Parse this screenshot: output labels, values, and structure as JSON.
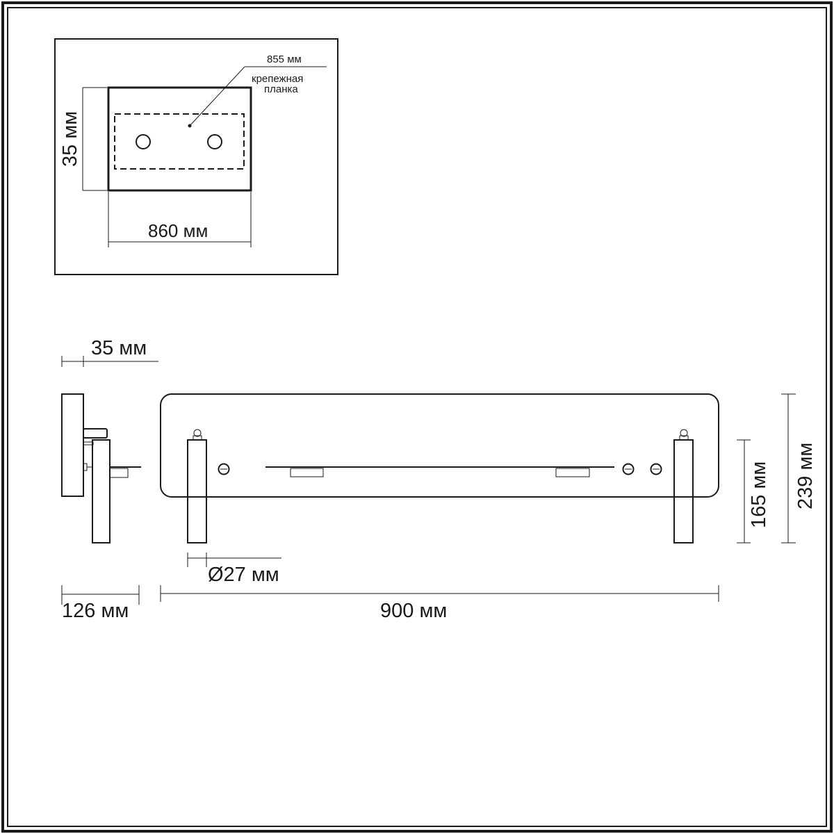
{
  "inset": {
    "bracket_length": "855 мм",
    "bracket_name_line1": "крепежная",
    "bracket_name_line2": "планка",
    "height": "35 мм",
    "width": "860 мм"
  },
  "main": {
    "depth_top": "35 мм",
    "projection": "126 мм",
    "diameter": "Ø27 мм",
    "length": "900 мм",
    "height_inner": "165 мм",
    "height_total": "239 мм"
  }
}
